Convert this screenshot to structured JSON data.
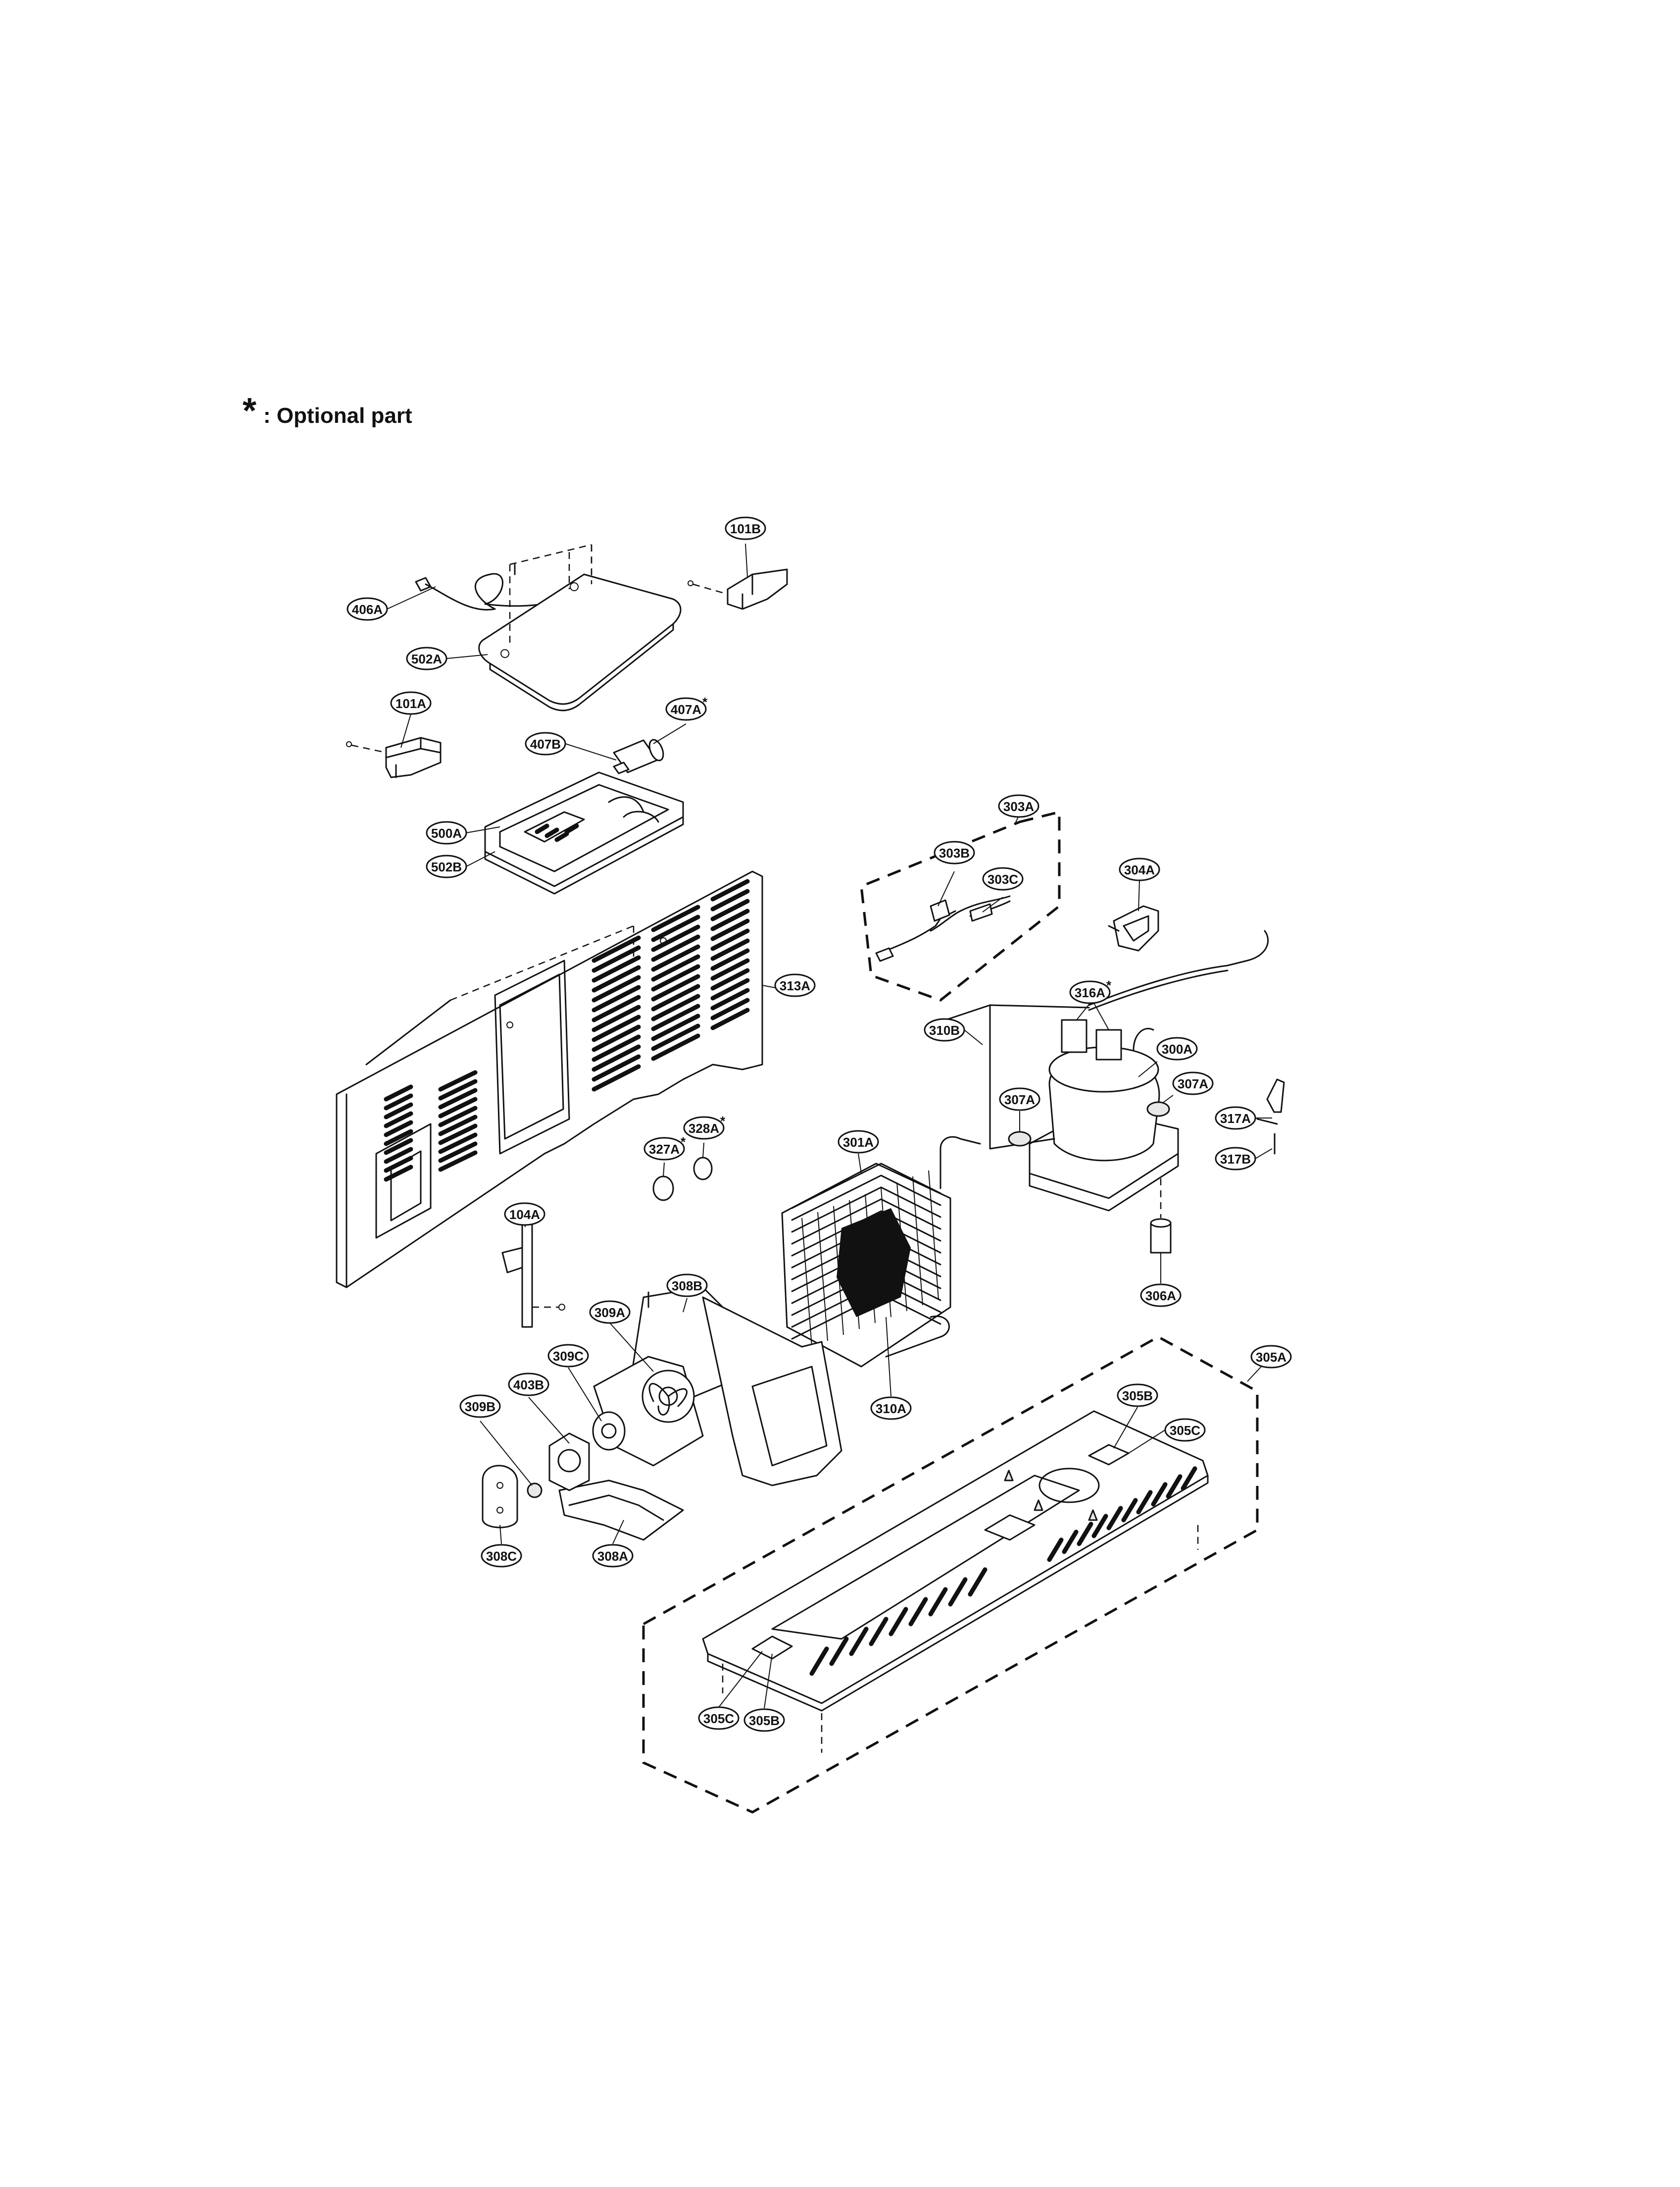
{
  "legend": {
    "symbol": "*",
    "text": ": Optional part"
  },
  "callouts": [
    {
      "id": "101B",
      "label": "101B",
      "optional": false
    },
    {
      "id": "406A",
      "label": "406A",
      "optional": false
    },
    {
      "id": "502A",
      "label": "502A",
      "optional": false
    },
    {
      "id": "101A",
      "label": "101A",
      "optional": false
    },
    {
      "id": "407A",
      "label": "407A",
      "optional": true
    },
    {
      "id": "407B",
      "label": "407B",
      "optional": false
    },
    {
      "id": "500A",
      "label": "500A",
      "optional": false
    },
    {
      "id": "502B",
      "label": "502B",
      "optional": false
    },
    {
      "id": "303A",
      "label": "303A",
      "optional": false
    },
    {
      "id": "303B",
      "label": "303B",
      "optional": false
    },
    {
      "id": "303C",
      "label": "303C",
      "optional": false
    },
    {
      "id": "304A",
      "label": "304A",
      "optional": false
    },
    {
      "id": "313A",
      "label": "313A",
      "optional": false
    },
    {
      "id": "316A",
      "label": "316A",
      "optional": true
    },
    {
      "id": "310B",
      "label": "310B",
      "optional": false
    },
    {
      "id": "300A",
      "label": "300A",
      "optional": false
    },
    {
      "id": "307A-left",
      "label": "307A",
      "optional": false
    },
    {
      "id": "307A-right",
      "label": "307A",
      "optional": false
    },
    {
      "id": "317A",
      "label": "317A",
      "optional": false
    },
    {
      "id": "317B",
      "label": "317B",
      "optional": false
    },
    {
      "id": "328A",
      "label": "328A",
      "optional": true
    },
    {
      "id": "327A",
      "label": "327A",
      "optional": true
    },
    {
      "id": "301A",
      "label": "301A",
      "optional": false
    },
    {
      "id": "104A",
      "label": "104A",
      "optional": false
    },
    {
      "id": "306A",
      "label": "306A",
      "optional": false
    },
    {
      "id": "308B",
      "label": "308B",
      "optional": false
    },
    {
      "id": "309A",
      "label": "309A",
      "optional": false
    },
    {
      "id": "309C",
      "label": "309C",
      "optional": false
    },
    {
      "id": "403B",
      "label": "403B",
      "optional": false
    },
    {
      "id": "309B",
      "label": "309B",
      "optional": false
    },
    {
      "id": "310A",
      "label": "310A",
      "optional": false
    },
    {
      "id": "305A",
      "label": "305A",
      "optional": false
    },
    {
      "id": "305B-top",
      "label": "305B",
      "optional": false
    },
    {
      "id": "305C-top",
      "label": "305C",
      "optional": false
    },
    {
      "id": "308C",
      "label": "308C",
      "optional": false
    },
    {
      "id": "308A",
      "label": "308A",
      "optional": false
    },
    {
      "id": "305C-bottom",
      "label": "305C",
      "optional": false
    },
    {
      "id": "305B-bottom",
      "label": "305B",
      "optional": false
    }
  ],
  "colors": {
    "ink": "#111111",
    "paper": "#ffffff"
  }
}
